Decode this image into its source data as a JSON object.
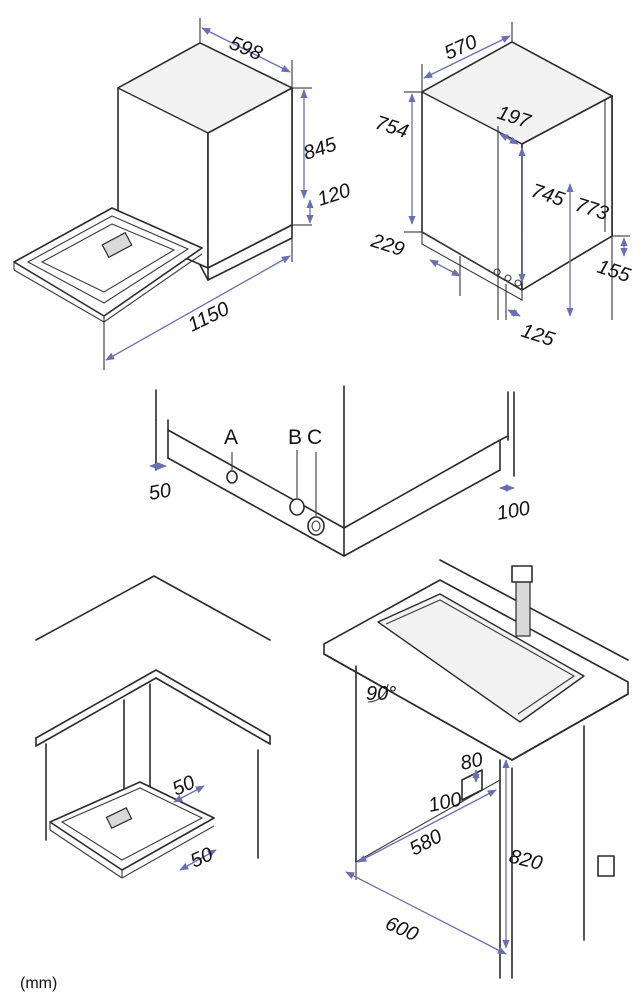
{
  "fig1": {
    "width": "598",
    "height": "845",
    "plinth": "120",
    "depth_open": "1150"
  },
  "fig2": {
    "width": "570",
    "h1": "754",
    "d1": "197",
    "h2": "745",
    "h3": "773",
    "h4": "229",
    "h5": "155",
    "h6": "125"
  },
  "fig3": {
    "label_a": "A",
    "label_b": "B",
    "label_c": "C",
    "gap_left": "50",
    "gap_right": "100"
  },
  "fig4": {
    "side_clear": "50",
    "door_clear": "50"
  },
  "fig5": {
    "angle": "90°",
    "hole_h": "80",
    "hole_w": "100",
    "depth": "580",
    "height": "820",
    "width": "600"
  },
  "unit": "(mm)"
}
